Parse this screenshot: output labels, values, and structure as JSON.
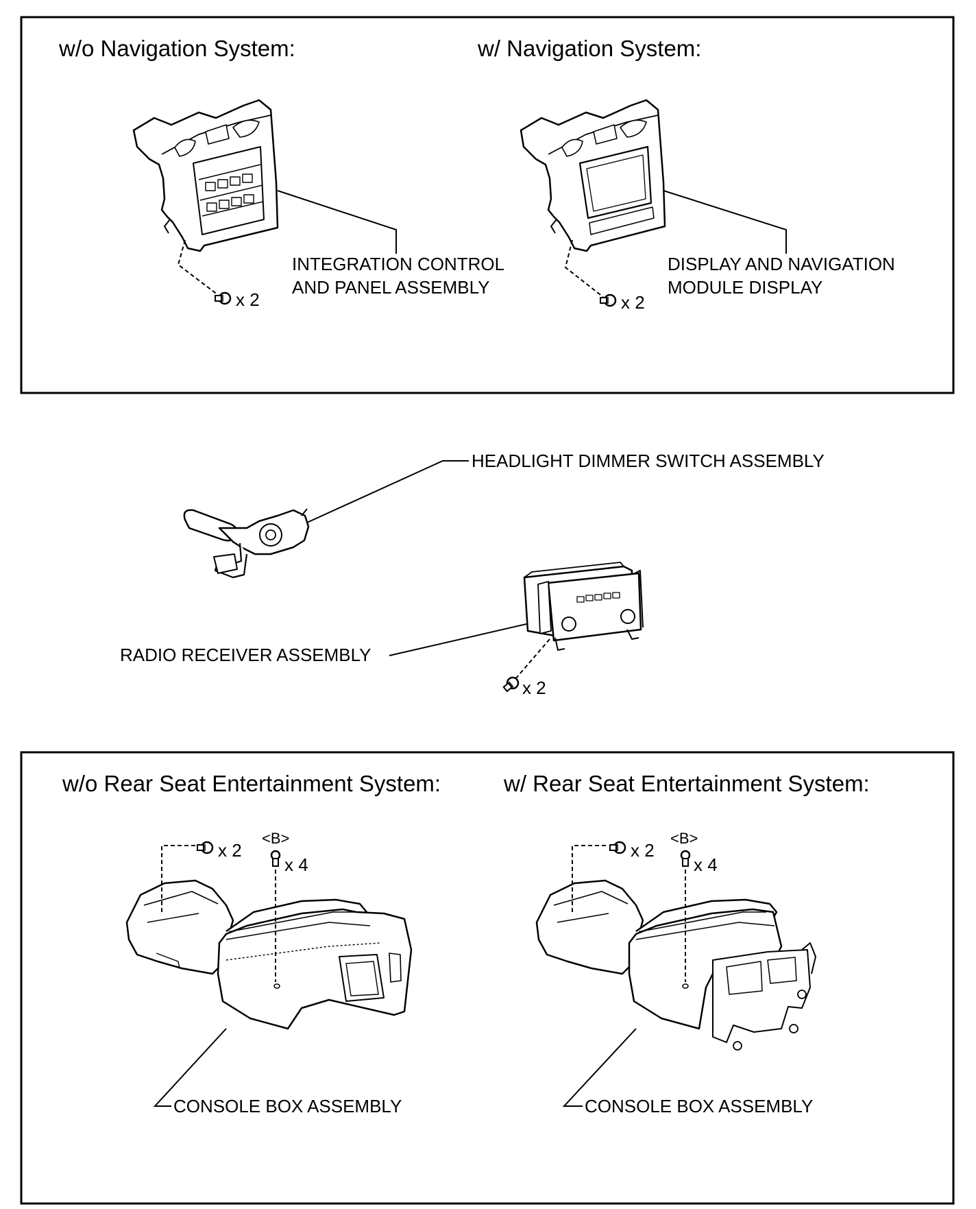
{
  "top_panel": {
    "left_heading": "w/o Navigation System:",
    "right_heading": "w/ Navigation System:",
    "left_label_line1": "INTEGRATION CONTROL",
    "left_label_line2": "AND PANEL ASSEMBLY",
    "right_label_line1": "DISPLAY AND NAVIGATION",
    "right_label_line2": "MODULE DISPLAY",
    "left_screw_count": "x 2",
    "right_screw_count": "x 2"
  },
  "middle": {
    "headlight_label": "HEADLIGHT DIMMER SWITCH ASSEMBLY",
    "radio_label": "RADIO RECEIVER ASSEMBLY",
    "radio_screw_count": "x 2"
  },
  "bottom_panel": {
    "left_heading": "w/o Rear Seat Entertainment System:",
    "right_heading": "w/ Rear Seat Entertainment System:",
    "left_screw_count": "x 2",
    "left_b_tag": "<B>",
    "left_b_count": "x 4",
    "right_screw_count": "x 2",
    "right_b_tag": "<B>",
    "right_b_count": "x 4",
    "left_label": "CONSOLE BOX ASSEMBLY",
    "right_label": "CONSOLE BOX ASSEMBLY"
  }
}
